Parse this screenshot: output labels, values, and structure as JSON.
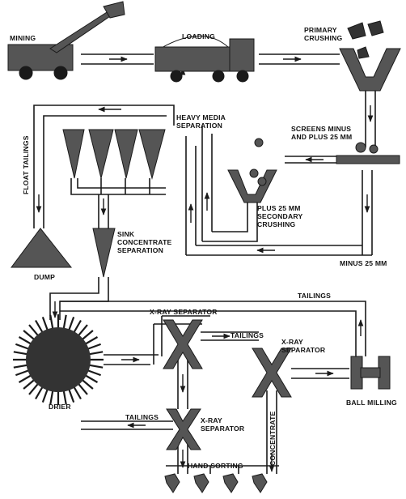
{
  "colors": {
    "ink": "#1a1a1a",
    "fill": "#555555",
    "background": "#ffffff"
  },
  "labels": {
    "mining": "MINING",
    "loading": "LOADING",
    "primary_crushing": [
      "PRIMARY",
      "CRUSHING"
    ],
    "heavy_media_separation": [
      "HEAVY MEDIA",
      "SEPARATION"
    ],
    "screens": [
      "SCREENS MINUS",
      "AND PLUS 25 MM"
    ],
    "float_tailings": "FLOAT TAILINGS",
    "plus_25mm_secondary_crushing": [
      "PLUS 25 MM",
      "SECONDARY",
      "CRUSHING"
    ],
    "sink_concentrate_separation": [
      "SINK",
      "CONCENTRATE",
      "SEPARATION"
    ],
    "dump": "DUMP",
    "minus_25mm": "MINUS 25 MM",
    "tailings_top": "TAILINGS",
    "xray_separator_1": "X-RAY SEPARATOR",
    "tailings_mid": "TAILINGS",
    "xray_separator_2": [
      "X-RAY",
      "SEPARATOR"
    ],
    "drier": "DRIER",
    "ball_milling": "BALL MILLING",
    "tailings_bottom": "TAILINGS",
    "xray_separator_3": [
      "X-RAY",
      "SEPARATOR"
    ],
    "concentrate": "CONCENTRATE",
    "hand_sorting": "HAND SORTING"
  },
  "icons": [
    "truck-icon",
    "shovel-icon",
    "crusher-icon",
    "heavy-media-cone-icon",
    "screen-icon",
    "dump-pile-icon",
    "drier-icon",
    "xray-separator-icon",
    "ball-mill-icon",
    "hand-sorting-icon"
  ]
}
